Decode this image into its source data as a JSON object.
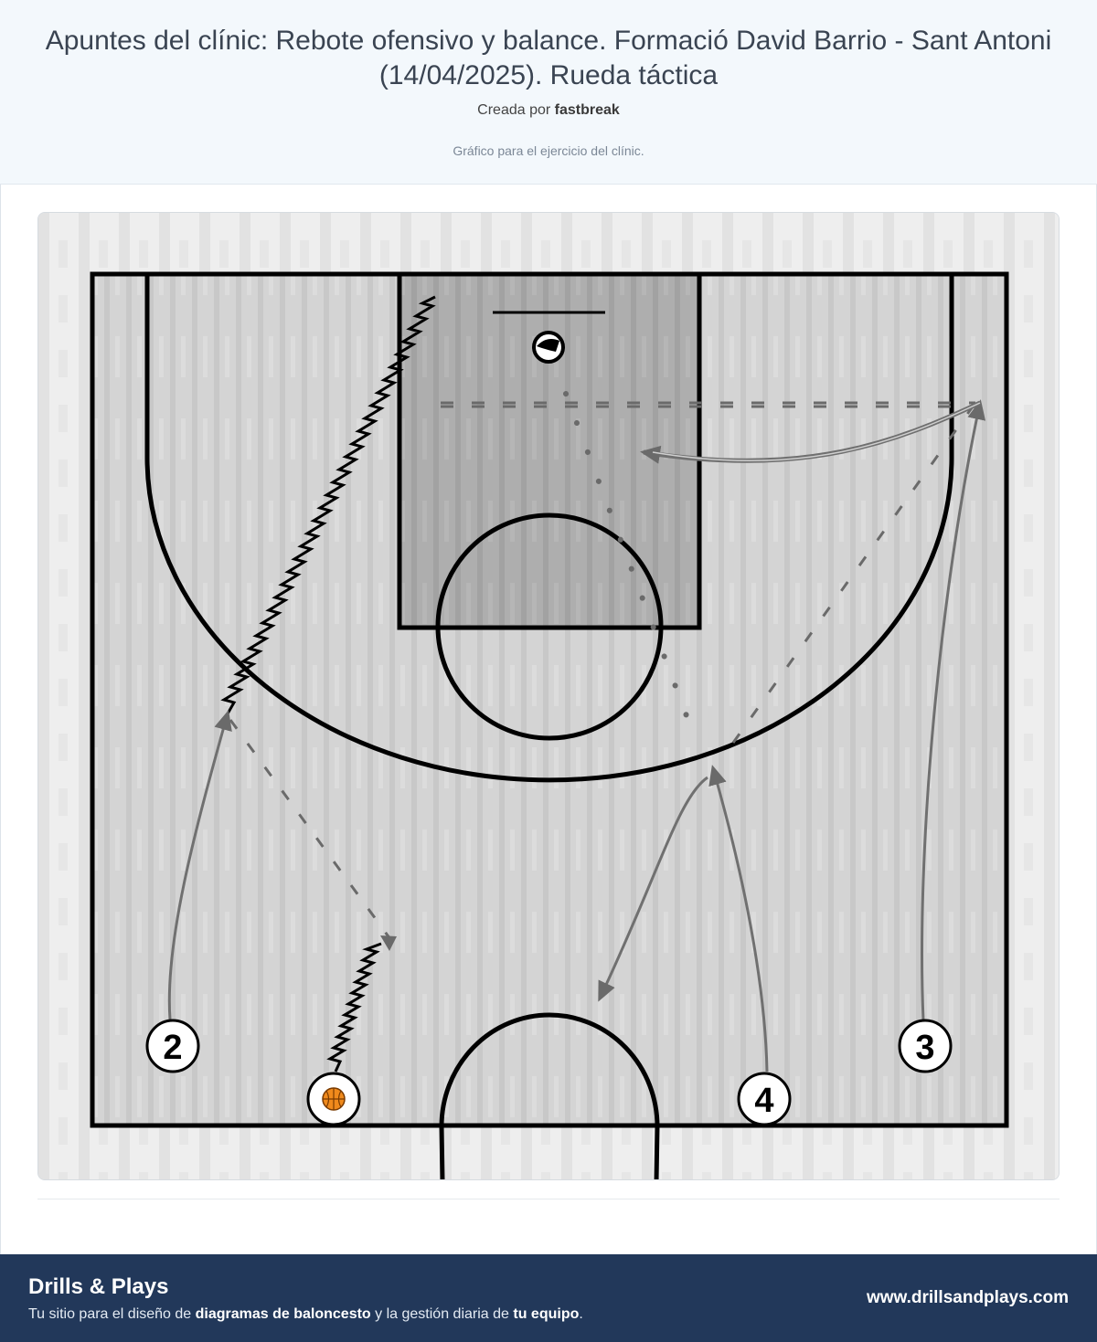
{
  "header": {
    "title": "Apuntes del clínic: Rebote ofensivo y balance. Formació David Barrio - Sant Antoni (14/04/2025). Rueda táctica",
    "created_prefix": "Creada por",
    "author": "fastbreak",
    "description": "Gráfico para el ejercicio del clínic."
  },
  "diagram": {
    "players": [
      "2",
      "3",
      "4"
    ],
    "ball_icon": "basketball-icon",
    "colors": {
      "court_floor": "#d2d2d2",
      "paint": "#a9a9a9",
      "lines": "#000000",
      "arrows": "#707070"
    }
  },
  "footer": {
    "brand": "Drills & Plays",
    "tagline_pre": "Tu sitio para el diseño de",
    "tagline_strong1": "diagramas de baloncesto",
    "tagline_mid": "y la gestión diaria de",
    "tagline_strong2": "tu equipo",
    "tagline_end": ".",
    "site": "www.drillsandplays.com"
  }
}
